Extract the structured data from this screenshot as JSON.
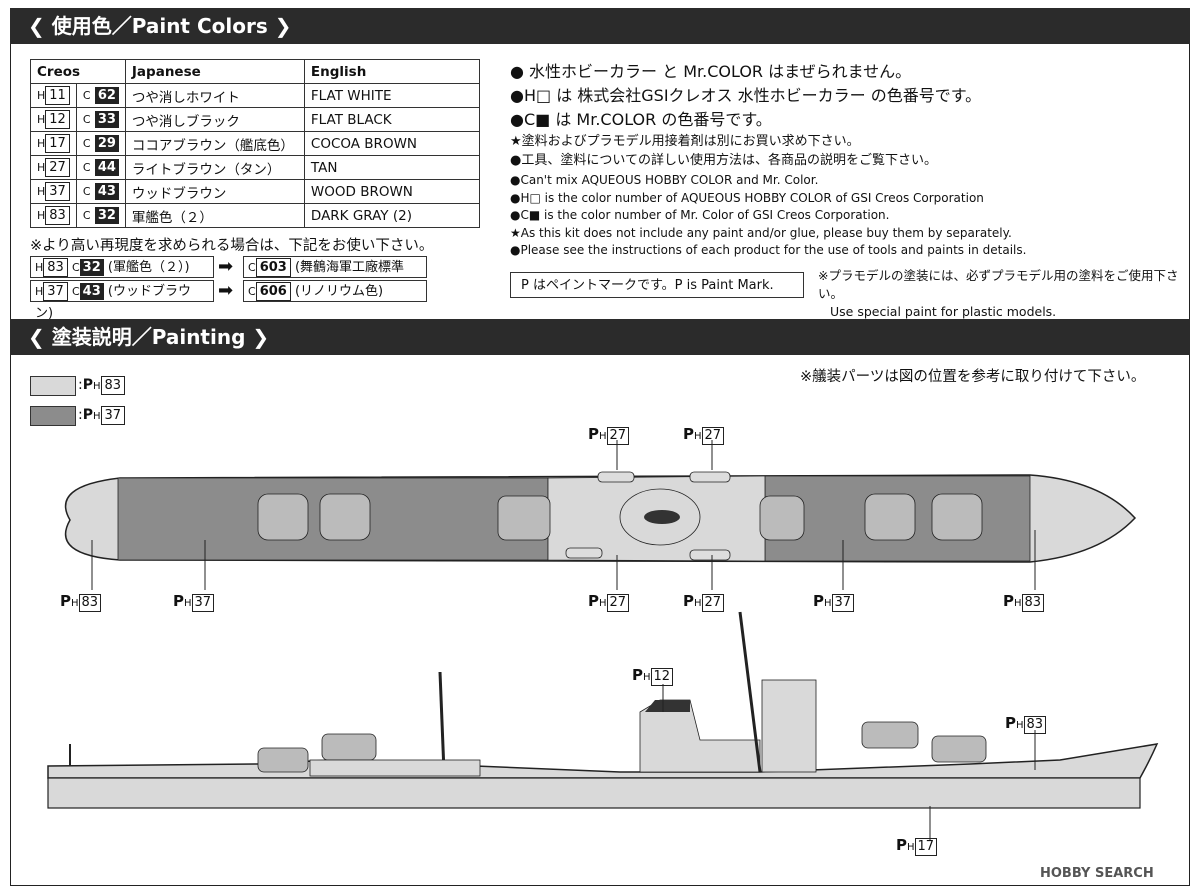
{
  "section1_title": "❮ 使用色／Paint Colors ❯",
  "section2_title": "❮ 塗装説明／Painting ❯",
  "table": {
    "headers": [
      "Creos",
      "Japanese",
      "English"
    ],
    "rows": [
      {
        "h": "11",
        "c": "62",
        "jp": "つや消しホワイト",
        "en": "FLAT WHITE"
      },
      {
        "h": "12",
        "c": "33",
        "jp": "つや消しブラック",
        "en": "FLAT BLACK"
      },
      {
        "h": "17",
        "c": "29",
        "jp": "ココアブラウン（艦底色）",
        "en": "COCOA BROWN"
      },
      {
        "h": "27",
        "c": "44",
        "jp": "ライトブラウン（タン）",
        "en": "TAN"
      },
      {
        "h": "37",
        "c": "43",
        "jp": "ウッドブラウン",
        "en": "WOOD BROWN"
      },
      {
        "h": "83",
        "c": "32",
        "jp": "軍艦色（２）",
        "en": "DARK GRAY (2)"
      }
    ],
    "h_prefix": "H",
    "c_prefix": "C"
  },
  "substitute_note": "※より高い再現度を求められる場合は、下記をお使い下さい。",
  "substitutes": [
    {
      "h": "83",
      "c": "32",
      "name": "(軍艦色（２）)",
      "to_c": "603",
      "to_name": "(舞鶴海軍工廠標準色)"
    },
    {
      "h": "37",
      "c": "43",
      "name": "(ウッドブラウン)",
      "to_c": "606",
      "to_name": "(リノリウム色)"
    }
  ],
  "jp_notes": [
    "● 水性ホビーカラー と Mr.COLOR はまぜられません。",
    "●H□ は 株式会社GSIクレオス 水性ホビーカラー の色番号です。",
    "●C■ は Mr.COLOR の色番号です。"
  ],
  "jp_small_notes": [
    "★塗料およびプラモデル用接着剤は別にお買い求め下さい。",
    "●工具、塗料についての詳しい使用方法は、各商品の説明をご覧下さい。"
  ],
  "en_notes": [
    "●Can't mix AQUEOUS HOBBY COLOR and Mr. Color.",
    "●H□ is the color number of AQUEOUS HOBBY COLOR of GSI Creos Corporation",
    "●C■ is the color number of Mr. Color of GSI Creos Corporation.",
    "★As this kit does not include any paint and/or glue, please buy them by separately.",
    "●Please see the instructions of each product for the use of tools and paints in details."
  ],
  "paint_mark_box": "P はペイントマークです。P is Paint Mark.",
  "plastic_note_jp": "※プラモデルの塗装には、必ずプラモデル用の塗料をご使用下さい。",
  "plastic_note_en": "Use special paint for plastic models.",
  "legend": [
    {
      "num": "83",
      "color": "#d9d9d9"
    },
    {
      "num": "37",
      "color": "#8c8c8c"
    }
  ],
  "fitting_note": "※艤装パーツは図の位置を参考に取り付けて下さい。",
  "paint_mark": "P",
  "paint_sub": "H",
  "callouts": {
    "top_27a": "27",
    "top_27b": "27",
    "bot_83a": "83",
    "bot_37a": "37",
    "bot_27a": "27",
    "bot_27b": "27",
    "bot_37b": "37",
    "bot_83b": "83",
    "side_12": "12",
    "side_83": "83",
    "side_17": "17"
  },
  "watermark": "HOBBY SEARCH",
  "colors": {
    "light_gray": "#d9d9d9",
    "dark_gray": "#8c8c8c",
    "header_bg": "#2b2b2b"
  }
}
